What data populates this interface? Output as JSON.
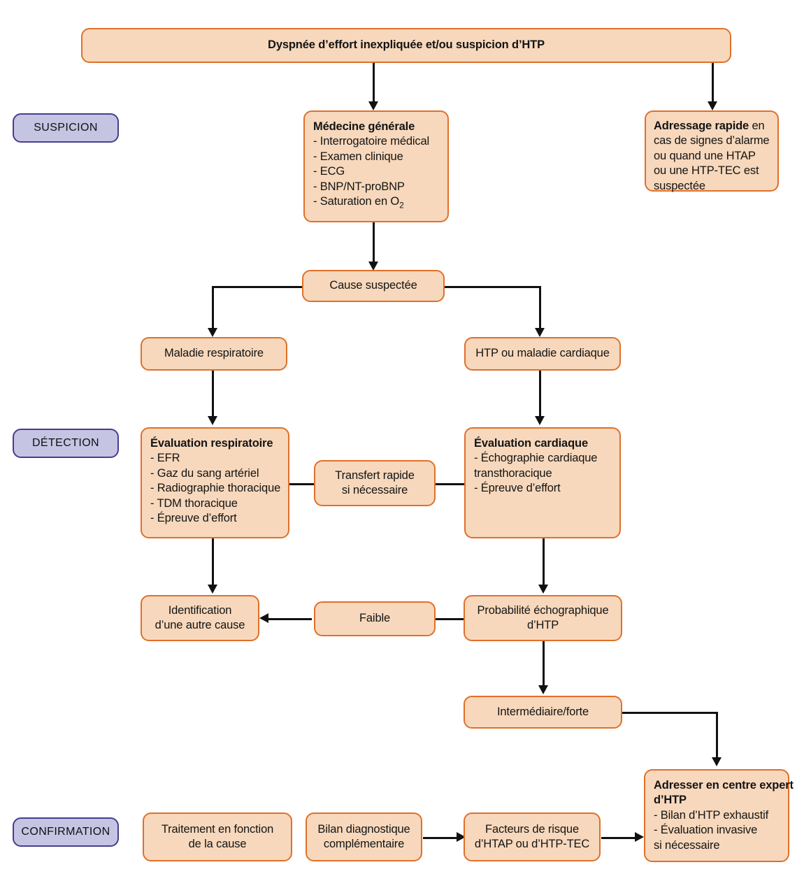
{
  "diagram": {
    "title_banner": "Dyspnée d’effort inexpliquée et/ou suspicion d’HTP",
    "stages": [
      {
        "id": "suspicion",
        "label": "SUSPICION"
      },
      {
        "id": "detection",
        "label": "DÉTECTION"
      },
      {
        "id": "confirmation",
        "label": "CONFIRMATION"
      }
    ],
    "colors": {
      "node_fill": "#f7d8bc",
      "node_border": "#e0702a",
      "stage_fill": "#c6c4e3",
      "stage_border": "#493c8e",
      "connector": "#111111",
      "text": "#141414",
      "background": "#ffffff"
    },
    "nodes": {
      "medecine_generale": {
        "title": "Médecine générale",
        "items": [
          "- Interrogatoire médical",
          "- Examen clinique",
          "- ECG",
          "- BNP/NT-proBNP",
          "- Saturation en O"
        ],
        "saturation_subscript": "2"
      },
      "adressage_rapide": {
        "lead": "Adressage rapide",
        "rest": " en cas de signes d’alarme ou quand une HTAP ou une HTP-TEC est suspectée"
      },
      "cause_suspectee": "Cause suspectée",
      "maladie_respiratoire": "Maladie respiratoire",
      "htp_maladie_cardiaque": "HTP ou maladie cardiaque",
      "evaluation_respiratoire": {
        "title": "Évaluation respiratoire",
        "items": [
          "- EFR",
          "- Gaz du sang artériel",
          "- Radiographie thoracique",
          "- TDM thoracique",
          "- Épreuve d’effort"
        ]
      },
      "transfert_rapide": {
        "line1": "Transfert rapide",
        "line2": "si nécessaire"
      },
      "evaluation_cardiaque": {
        "title": "Évaluation cardiaque",
        "items": [
          "- Échographie cardiaque",
          "transthoracique",
          "- Épreuve d’effort"
        ]
      },
      "identification_autre_cause": {
        "line1": "Identification",
        "line2": "d’une autre cause"
      },
      "faible": "Faible",
      "probabilite_echographique": {
        "line1": "Probabilité échographique",
        "line2": "d’HTP"
      },
      "intermediaire_forte": "Intermédiaire/forte",
      "centre_expert": {
        "title_line1": "Adresser en centre expert",
        "title_line2": "d’HTP",
        "items": [
          "- Bilan d’HTP exhaustif",
          "- Évaluation invasive",
          "si nécessaire"
        ]
      },
      "traitement_cause": {
        "line1": "Traitement en fonction",
        "line2": "de la cause"
      },
      "bilan_complementaire": {
        "line1": "Bilan diagnostique",
        "line2": "complémentaire"
      },
      "facteurs_risque": {
        "line1": "Facteurs de risque",
        "line2": "d’HTAP ou d’HTP-TEC"
      }
    }
  }
}
